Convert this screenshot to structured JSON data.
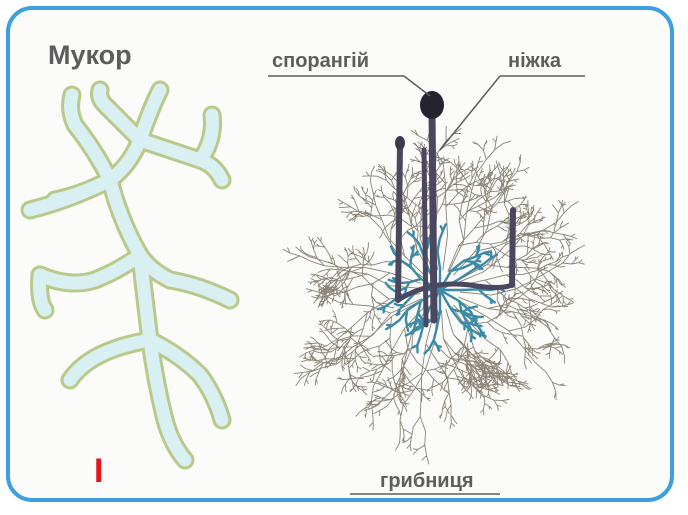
{
  "title": "Мукор",
  "labels": {
    "sporangium": "спорангій",
    "stalk": "ніжка",
    "mycelium": "грибниця"
  },
  "marker": "I",
  "colors": {
    "frame": "#3b9fe0",
    "hypha_fill": "#d8f0f2",
    "hypha_outline": "#b9c98a",
    "mycelium_lines": "#8a8378",
    "hypha_blue": "#3b8ba6",
    "stalk": "#4b4760",
    "marker": "#e0161b"
  }
}
